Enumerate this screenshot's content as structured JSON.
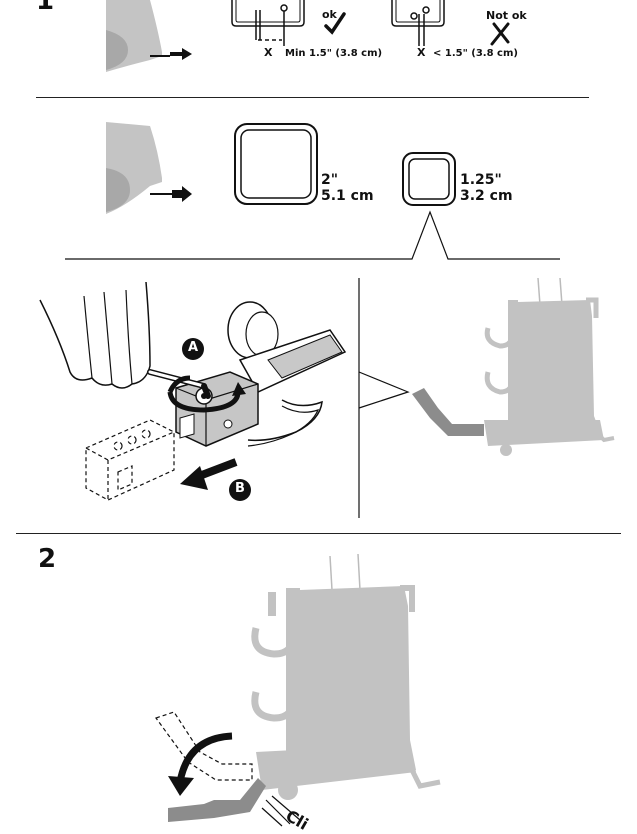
{
  "step1": {
    "number": "1",
    "top_row": {
      "ok": {
        "x_label": "X",
        "measure": "Min 1.5\" (3.8 cm)",
        "status": "ok"
      },
      "not_ok": {
        "x_label": "X",
        "measure": "< 1.5\" (3.8 cm)",
        "status": "Not ok"
      }
    },
    "receivers": {
      "large": {
        "imperial": "2\"",
        "metric": "5.1 cm"
      },
      "small": {
        "imperial": "1.25\"",
        "metric": "3.2 cm"
      }
    },
    "callouts": {
      "a": "A",
      "b": "B"
    }
  },
  "step2": {
    "number": "2",
    "sound": "Cli"
  },
  "colors": {
    "line": "#111111",
    "part_gray": "#c2c2c2",
    "part_dark": "#8a8a8a",
    "arrow": "#111111"
  }
}
